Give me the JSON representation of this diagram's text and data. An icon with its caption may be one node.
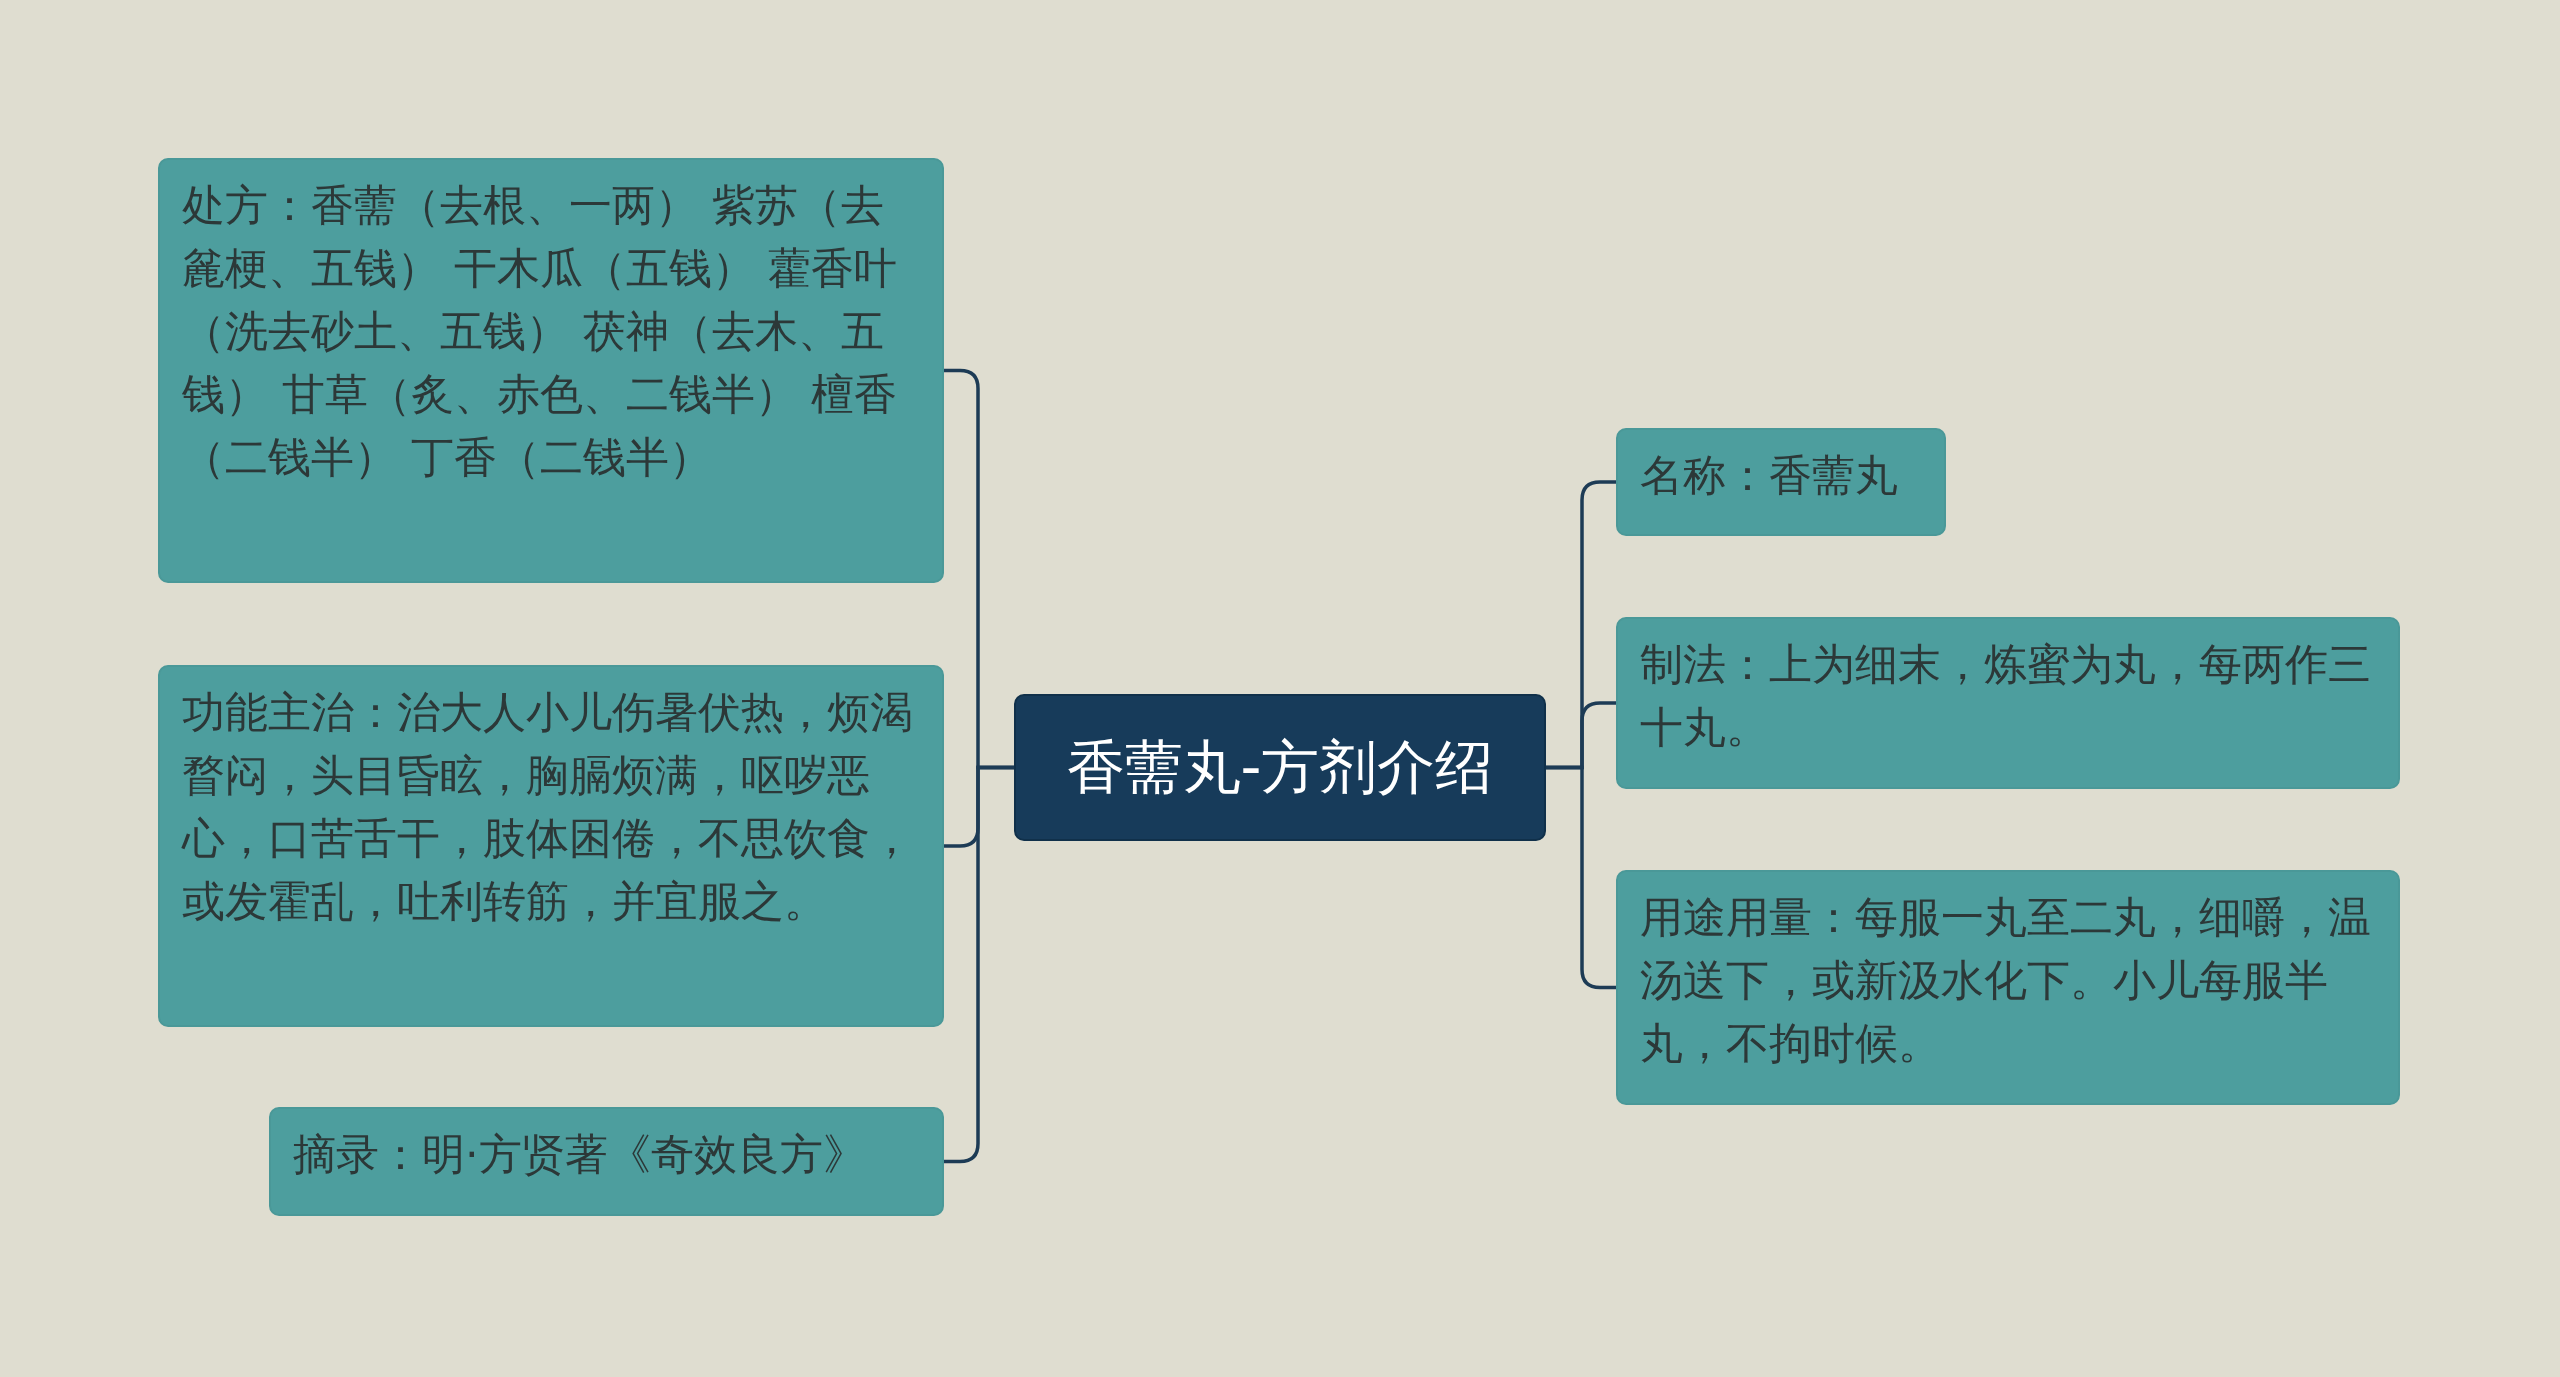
{
  "diagram": {
    "nodes": [
      {
        "text": [
          "香薷丸-方剂介绍"
        ]
      },
      {
        "text": [
          "处方：香薷（去根、一两） 紫苏（去麄梗、五钱） 干木瓜（五钱） 藿香叶（洗去砂土、五钱） 茯神（去木、五钱） 甘草（炙、赤色、二钱半） 檀香（二钱半） 丁香（二钱半）"
        ]
      },
      {
        "text": [
          "功能主治：治大人小儿伤暑伏热，烦渴瞀闷，头目昏眩，胸膈烦满，呕哕恶心，口苦舌干，肢体困倦，不思饮食，或发霍乱，吐利转筋，并宜服之。"
        ]
      },
      {
        "text": [
          "摘录：明·方贤著《奇效良方》"
        ]
      },
      {
        "text": [
          "名称：香薷丸"
        ]
      },
      {
        "text": [
          "制法：上为细末，炼蜜为丸，每两作三十丸。"
        ]
      },
      {
        "text": [
          "用途用量：每服一丸至二丸，细嚼，温汤送下，或新汲水化下。小儿每服半丸，不拘时候。"
        ]
      }
    ],
    "edges": [
      {
        "from": 0,
        "to": 1,
        "arrow": "none"
      },
      {
        "from": 0,
        "to": 2,
        "arrow": "none"
      },
      {
        "from": 0,
        "to": 3,
        "arrow": "none"
      },
      {
        "from": 0,
        "to": 4,
        "arrow": "none"
      },
      {
        "from": 0,
        "to": 5,
        "arrow": "none"
      },
      {
        "from": 0,
        "to": 6,
        "arrow": "none"
      }
    ]
  }
}
